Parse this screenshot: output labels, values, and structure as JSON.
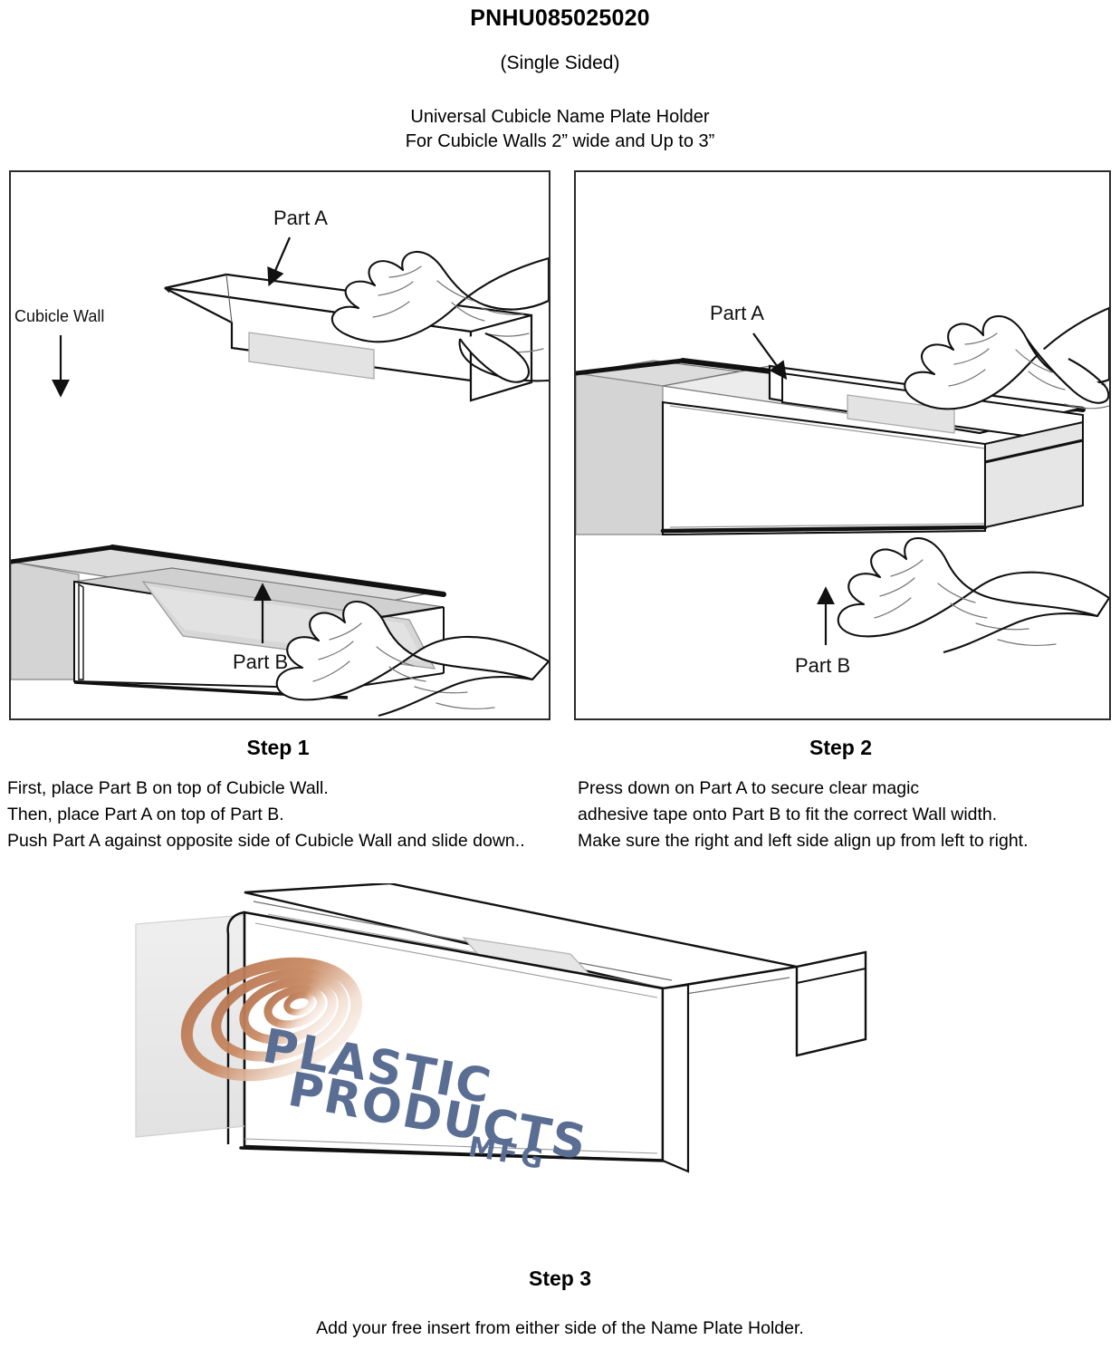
{
  "header": {
    "sku": "PNHU085025020",
    "sided": "(Single Sided)",
    "description_line_1": "Universal Cubicle Name Plate Holder",
    "description_line_2": "For Cubicle Walls 2” wide and Up to 3”"
  },
  "steps": [
    {
      "id": "step-1",
      "title": "Step 1",
      "body": "First, place Part B on top of Cubicle Wall.\nThen, place Part A on top of Part B.\nPush Part A against opposite side of Cubicle Wall and slide down..",
      "callouts": {
        "part_a": "Part A",
        "part_b": "Part B",
        "cubicle_wall": "Cubicle Wall"
      }
    },
    {
      "id": "step-2",
      "title": "Step 2",
      "body": "Press down on Part A to secure clear magic\nadhesive tape onto Part B to fit the correct Wall width.\nMake sure the right and left side align up from left to right.",
      "callouts": {
        "part_a": "Part A",
        "part_b": "Part B"
      }
    },
    {
      "id": "step-3",
      "title": "Step 3",
      "body": "Add your free insert from either side of the Name Plate Holder.",
      "callouts": {}
    }
  ],
  "logo": {
    "line_1": "PLASTIC",
    "line_2": "PRODUCTS",
    "line_3": "MFG",
    "text_color": "#5a6e94",
    "swirl_color": "#b5724f",
    "swirl_highlight": "#f2ded1"
  },
  "colors": {
    "ink": "#000000",
    "panel_border": "#2b2b2b",
    "plastic_fill": "#ffffff",
    "shade_light": "#ececec",
    "shade_mid": "#dcdcdc",
    "shade_dark": "#cfcfcf",
    "insert_fill": "#e8e8e8",
    "background": "#ffffff"
  }
}
